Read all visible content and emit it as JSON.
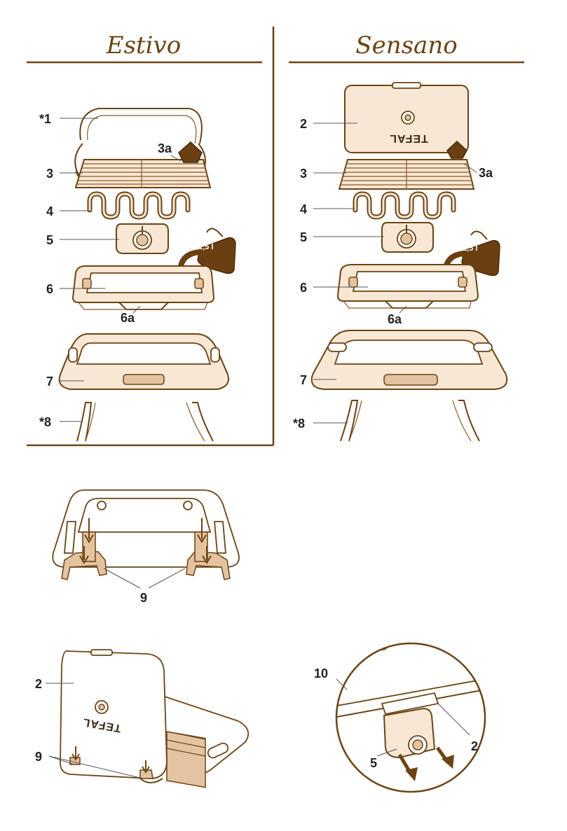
{
  "titles": {
    "left": "Estivo",
    "right": "Sensano"
  },
  "labels": {
    "l1": "*1",
    "l2": "2",
    "l3": "3",
    "l3a": "3a",
    "l4": "4",
    "l5": "5",
    "l6": "6",
    "l6a": "6a",
    "l7": "7",
    "l8": "*8",
    "l9": "9",
    "l10": "10"
  },
  "volume": "1,5 l",
  "brand": "TEFAL",
  "colors": {
    "line": "#6b4414",
    "fill": "#f7e7d4",
    "water": "#6b3f12",
    "accent": "#e4c3a0"
  }
}
